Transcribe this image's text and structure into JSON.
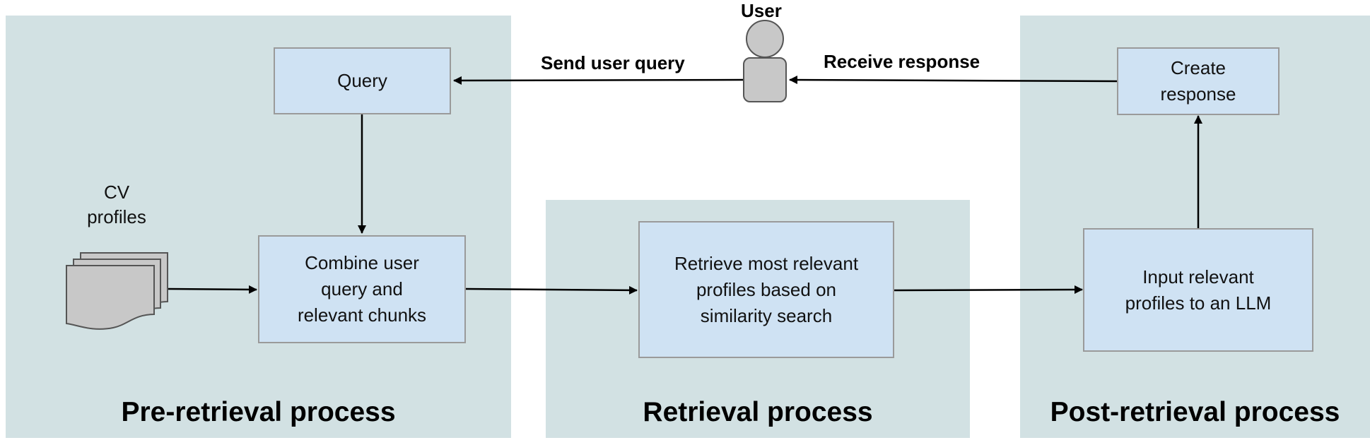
{
  "panels": {
    "pre_retrieval": "Pre-retrieval process",
    "retrieval": "Retrieval process",
    "post_retrieval": "Post-retrieval process"
  },
  "user": {
    "label": "User"
  },
  "edges": {
    "send_query": "Send user query",
    "receive_response": "Receive response"
  },
  "nodes": {
    "query": "Query",
    "cv_profiles": [
      "CV",
      "profiles"
    ],
    "combine": [
      "Combine user",
      "query and",
      "relevant chunks"
    ],
    "retrieve": [
      "Retrieve most relevant",
      "profiles based on",
      "similarity search"
    ],
    "input_llm": [
      "Input relevant",
      "profiles to an LLM"
    ],
    "create_response": [
      "Create",
      "response"
    ]
  },
  "colors": {
    "panel": "#d2e1e3",
    "box": "#cfe2f3",
    "box_border": "#9a9a9a",
    "icon_fill": "#c8c8c8",
    "arrow": "#000000"
  }
}
